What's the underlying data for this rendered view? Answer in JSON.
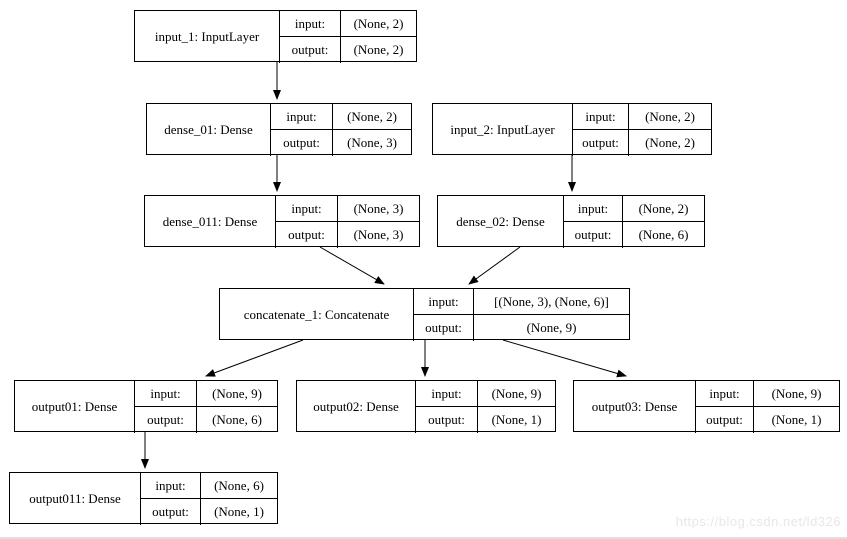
{
  "diagram": {
    "type": "keras-model-graph",
    "keys": {
      "input": "input:",
      "output": "output:"
    },
    "nodes": [
      {
        "id": "input_1",
        "label": "input_1: InputLayer",
        "input_shape": "(None, 2)",
        "output_shape": "(None, 2)"
      },
      {
        "id": "dense_01",
        "label": "dense_01: Dense",
        "input_shape": "(None, 2)",
        "output_shape": "(None, 3)"
      },
      {
        "id": "input_2",
        "label": "input_2: InputLayer",
        "input_shape": "(None, 2)",
        "output_shape": "(None, 2)"
      },
      {
        "id": "dense_011",
        "label": "dense_011: Dense",
        "input_shape": "(None, 3)",
        "output_shape": "(None, 3)"
      },
      {
        "id": "dense_02",
        "label": "dense_02: Dense",
        "input_shape": "(None, 2)",
        "output_shape": "(None, 6)"
      },
      {
        "id": "concatenate_1",
        "label": "concatenate_1: Concatenate",
        "input_shape": "[(None, 3), (None, 6)]",
        "output_shape": "(None, 9)"
      },
      {
        "id": "output01",
        "label": "output01: Dense",
        "input_shape": "(None, 9)",
        "output_shape": "(None, 6)"
      },
      {
        "id": "output02",
        "label": "output02: Dense",
        "input_shape": "(None, 9)",
        "output_shape": "(None, 1)"
      },
      {
        "id": "output03",
        "label": "output03: Dense",
        "input_shape": "(None, 9)",
        "output_shape": "(None, 1)"
      },
      {
        "id": "output011",
        "label": "output011: Dense",
        "input_shape": "(None, 6)",
        "output_shape": "(None, 1)"
      }
    ],
    "edges": [
      {
        "from": "input_1",
        "to": "dense_01"
      },
      {
        "from": "dense_01",
        "to": "dense_011"
      },
      {
        "from": "input_2",
        "to": "dense_02"
      },
      {
        "from": "dense_011",
        "to": "concatenate_1"
      },
      {
        "from": "dense_02",
        "to": "concatenate_1"
      },
      {
        "from": "concatenate_1",
        "to": "output01"
      },
      {
        "from": "concatenate_1",
        "to": "output02"
      },
      {
        "from": "concatenate_1",
        "to": "output03"
      },
      {
        "from": "output01",
        "to": "output011"
      }
    ],
    "edge_color": "#000000",
    "node_border_color": "#000000",
    "background_color": "#ffffff"
  },
  "watermark": "https://blog.csdn.net/ld326"
}
